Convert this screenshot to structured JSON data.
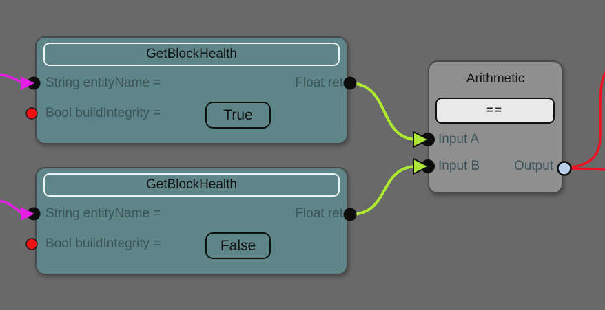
{
  "canvas": {
    "background": "#696969"
  },
  "palette": {
    "node_teal": "#5e8588",
    "node_gray": "#8f8f8f",
    "node_border": "#47494b",
    "label_text": "#3a545a",
    "title_text": "#101214",
    "wire_string": "#e61ee6",
    "wire_float": "#aeeb2f",
    "wire_output": "#ee1121",
    "pin_string": "#e61ee6",
    "pin_bool": "#ee1212",
    "pin_float": "#0d0d0d",
    "pin_arith_input": "#aee637",
    "pin_output_fill": "#bad0e8",
    "op_box_bg": "#e9e9e9"
  },
  "nodes": [
    {
      "title": "GetBlockHealth",
      "string_input": {
        "label": "String entityName ="
      },
      "bool_input": {
        "label": "Bool buildIntegrity =",
        "value": "True"
      },
      "output": {
        "label": "Float ret"
      }
    },
    {
      "title": "GetBlockHealth",
      "string_input": {
        "label": "String entityName ="
      },
      "bool_input": {
        "label": "Bool buildIntegrity =",
        "value": "False"
      },
      "output": {
        "label": "Float ret"
      }
    },
    {
      "title": "Arithmetic",
      "operator": "==",
      "input_a": "Input A",
      "input_b": "Input B",
      "output_label": "Output"
    }
  ]
}
